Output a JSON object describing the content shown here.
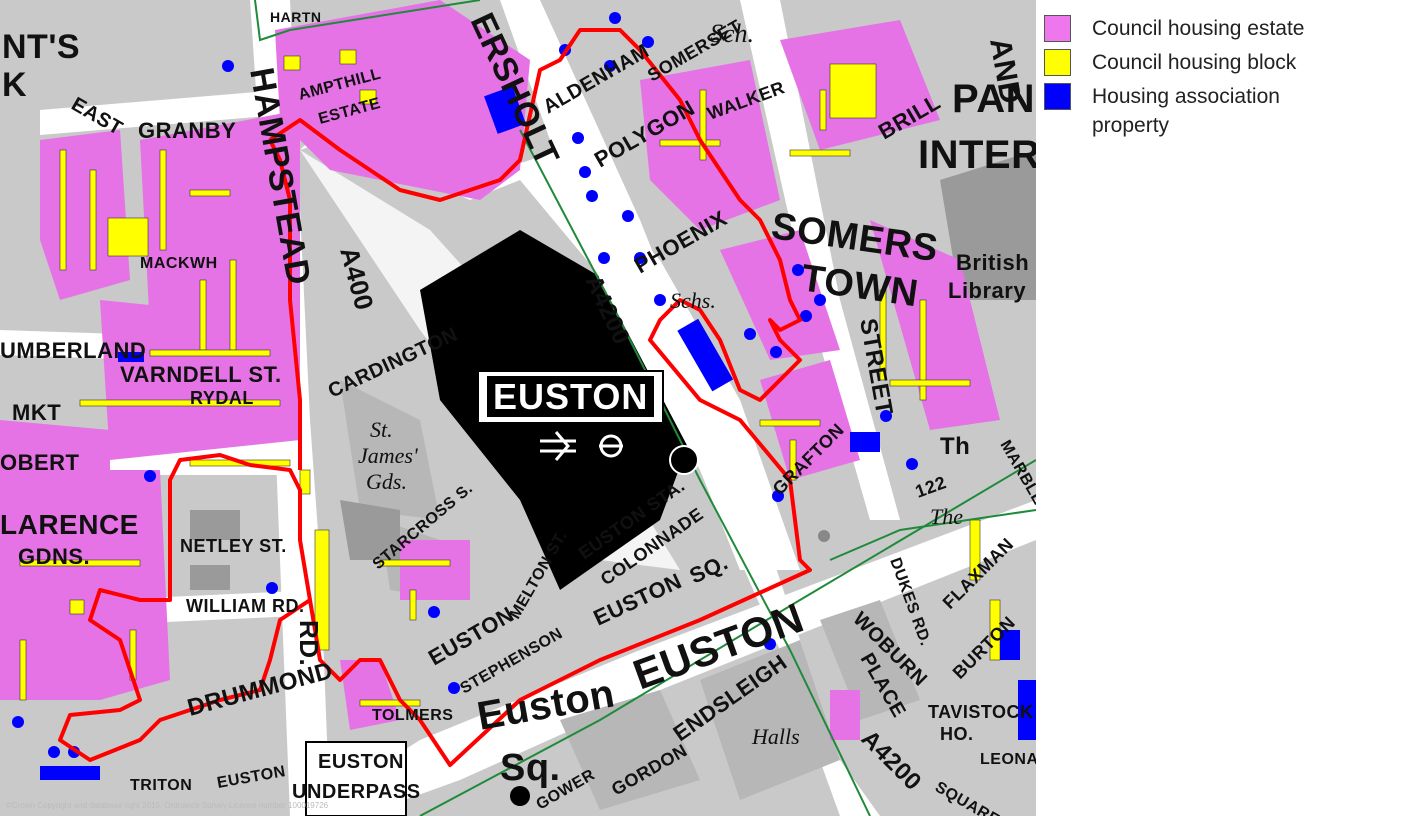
{
  "legend": {
    "items": [
      {
        "label": "Council housing estate",
        "color": "#ee77ee"
      },
      {
        "label": "Council housing block",
        "color": "#ffff00"
      },
      {
        "label": "Housing association property",
        "color": "#0000ff"
      }
    ]
  },
  "colors": {
    "boundary": "#ff0000",
    "ward_line": "#1f8a3a",
    "street": "#ffffff",
    "block": "#bdbdbd",
    "station": "#000000"
  },
  "map": {
    "station_name": "EUSTON",
    "labels": {
      "a400": "A400",
      "a4200": "A4200",
      "a4200_south": "A4200",
      "hampstead": "HAMPSTEAD",
      "road": "RD.",
      "cardington": "CARDINGTON",
      "st_james": "St.",
      "james": "James'",
      "gds": "Gds.",
      "euston_sta": "EUSTON STA.",
      "colonnade": "COLONNADE",
      "euston_sq": "EUSTON",
      "sq": "SQ.",
      "euston_road": "EUSTON",
      "euston_big": "Euston",
      "sq_big": "Sq.",
      "somers": "SOMERS",
      "town": "TOWN",
      "british": "British",
      "library": "Library",
      "pan": "PAN",
      "inter": "INTER",
      "granby": "GRANBY",
      "east": "EAST",
      "varndell": "VARNDELL ST.",
      "cumberland": "UMBERLAND",
      "mkt": "MKT",
      "robert": "OBERT",
      "clarence": "LARENCE",
      "gdns": "GDNS.",
      "netley": "NETLEY ST.",
      "william": "WILLIAM RD.",
      "drummond": "DRUMMOND",
      "starcross": "STARCROSS S.",
      "euston_st": "EUSTON",
      "stephenson": "STEPHENSON",
      "melton": "MELTON ST.",
      "gower": "GOWER",
      "tolmers": "TOLMERS",
      "endsleigh": "ENDSLEIGH",
      "gordon": "GORDON",
      "halls": "Halls",
      "woburn": "WOBURN",
      "place": "PLACE",
      "tavistock": "TAVISTOCK",
      "ho": "HO.",
      "dukes": "DUKES RD.",
      "flaxman": "FLAXMAN",
      "burton": "BURTON",
      "grafton": "GRAFTON",
      "phoenix": "PHOENIX",
      "polygon": "POLYGON",
      "aldenham": "ALDENHAM",
      "somerset": "SOMERSET",
      "walker": "WALKER",
      "brill": "BRILL",
      "ampthill": "AMPTHILL",
      "estate": "ESTATE",
      "eversholt": "ERSHOLT",
      "sch": "Sch.",
      "schs": "Schs.",
      "street": "STREET",
      "pancras": "AND",
      "harrington": "HARTN",
      "mackworth": "MACKWH",
      "rydal": "RYDAL",
      "euston_underpass_1": "EUSTON",
      "euston_underpass_2": "UNDERPASS",
      "triton": "TRITON",
      "euston_small": "EUSTON",
      "num_122": "122",
      "the_pl": "The",
      "th": "Th",
      "marble": "MARBLE",
      "leonard": "LEONA",
      "square": "SQUARE",
      "regents": "NT'S",
      "park": "K"
    },
    "copyright": "©Crown Copyright and database right 2015. Ordnance Survey Licence number 100019726"
  }
}
